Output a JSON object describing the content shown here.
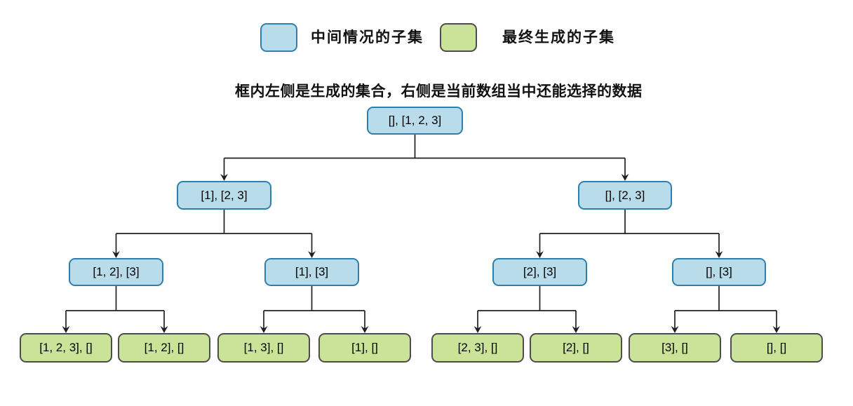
{
  "legend": {
    "items": [
      {
        "id": "intermediate",
        "label": "中间情况的子集",
        "fill": "#b9dcea",
        "border": "#2e7fae"
      },
      {
        "id": "final",
        "label": "最终生成的子集",
        "fill": "#cbe398",
        "border": "#4d4d4d"
      }
    ]
  },
  "caption": "框内左侧是生成的集合，右侧是当前数组当中还能选择的数据",
  "colors": {
    "intermediate_fill": "#b9dcea",
    "intermediate_border": "#2e7fae",
    "final_fill": "#cbe398",
    "final_border": "#4d4d4d",
    "edge_line": "#1f1f1f",
    "text": "#000000"
  },
  "tree": {
    "nodes": [
      {
        "id": "root",
        "label": "[], [1, 2, 3]",
        "type": "intermediate"
      },
      {
        "id": "n1",
        "label": "[1], [2, 3]",
        "type": "intermediate"
      },
      {
        "id": "n2",
        "label": "[], [2, 3]",
        "type": "intermediate"
      },
      {
        "id": "n11",
        "label": "[1, 2], [3]",
        "type": "intermediate"
      },
      {
        "id": "n12",
        "label": "[1], [3]",
        "type": "intermediate"
      },
      {
        "id": "n21",
        "label": "[2], [3]",
        "type": "intermediate"
      },
      {
        "id": "n22",
        "label": "[], [3]",
        "type": "intermediate"
      },
      {
        "id": "g1",
        "label": "[1, 2, 3], []",
        "type": "final"
      },
      {
        "id": "g2",
        "label": "[1, 2], []",
        "type": "final"
      },
      {
        "id": "g3",
        "label": "[1, 3], []",
        "type": "final"
      },
      {
        "id": "g4",
        "label": "[1], []",
        "type": "final"
      },
      {
        "id": "g5",
        "label": "[2, 3], []",
        "type": "final"
      },
      {
        "id": "g6",
        "label": "[2], []",
        "type": "final"
      },
      {
        "id": "g7",
        "label": "[3], []",
        "type": "final"
      },
      {
        "id": "g8",
        "label": "[], []",
        "type": "final"
      }
    ],
    "edges": [
      [
        "root",
        "n1"
      ],
      [
        "root",
        "n2"
      ],
      [
        "n1",
        "n11"
      ],
      [
        "n1",
        "n12"
      ],
      [
        "n2",
        "n21"
      ],
      [
        "n2",
        "n22"
      ],
      [
        "n11",
        "g1"
      ],
      [
        "n11",
        "g2"
      ],
      [
        "n12",
        "g3"
      ],
      [
        "n12",
        "g4"
      ],
      [
        "n21",
        "g5"
      ],
      [
        "n21",
        "g6"
      ],
      [
        "n22",
        "g7"
      ],
      [
        "n22",
        "g8"
      ]
    ]
  }
}
